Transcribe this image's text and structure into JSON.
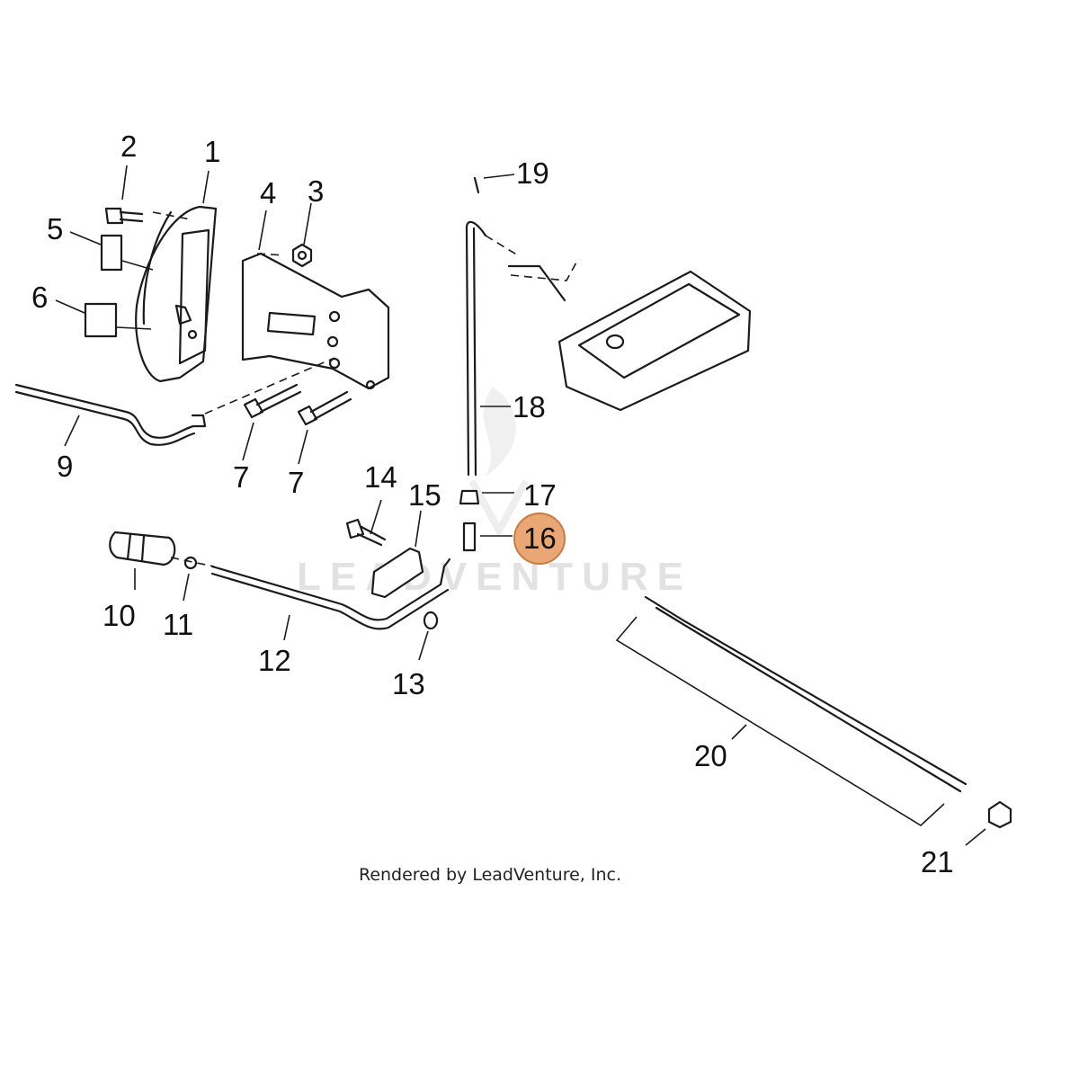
{
  "watermark": {
    "text": "LEADVENTURE"
  },
  "callouts": [
    "1",
    "2",
    "3",
    "4",
    "5",
    "6",
    "7",
    "7",
    "9",
    "10",
    "11",
    "12",
    "13",
    "14",
    "15",
    "16",
    "17",
    "18",
    "19",
    "20",
    "21"
  ],
  "highlight": {
    "color": "#e9a775",
    "border": "#c97b45"
  },
  "credit": "Rendered by LeadVenture, Inc."
}
